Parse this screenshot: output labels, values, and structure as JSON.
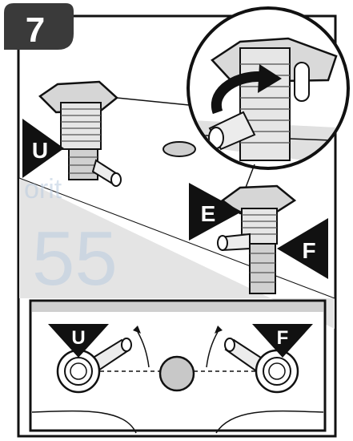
{
  "step": {
    "number": "7"
  },
  "labels": {
    "u_main": "U",
    "e": "E",
    "f_main": "F",
    "u_detail": "U",
    "f_detail": "F"
  },
  "watermark": {
    "line1": "orit",
    "line2": "55"
  },
  "colors": {
    "ink": "#111111",
    "accent_grey": "#bdbdbd",
    "fitting_grey": "#d6d6d6",
    "tablet_grey": "#c8c8c8",
    "watermark_blue": "#b9cbe0"
  }
}
